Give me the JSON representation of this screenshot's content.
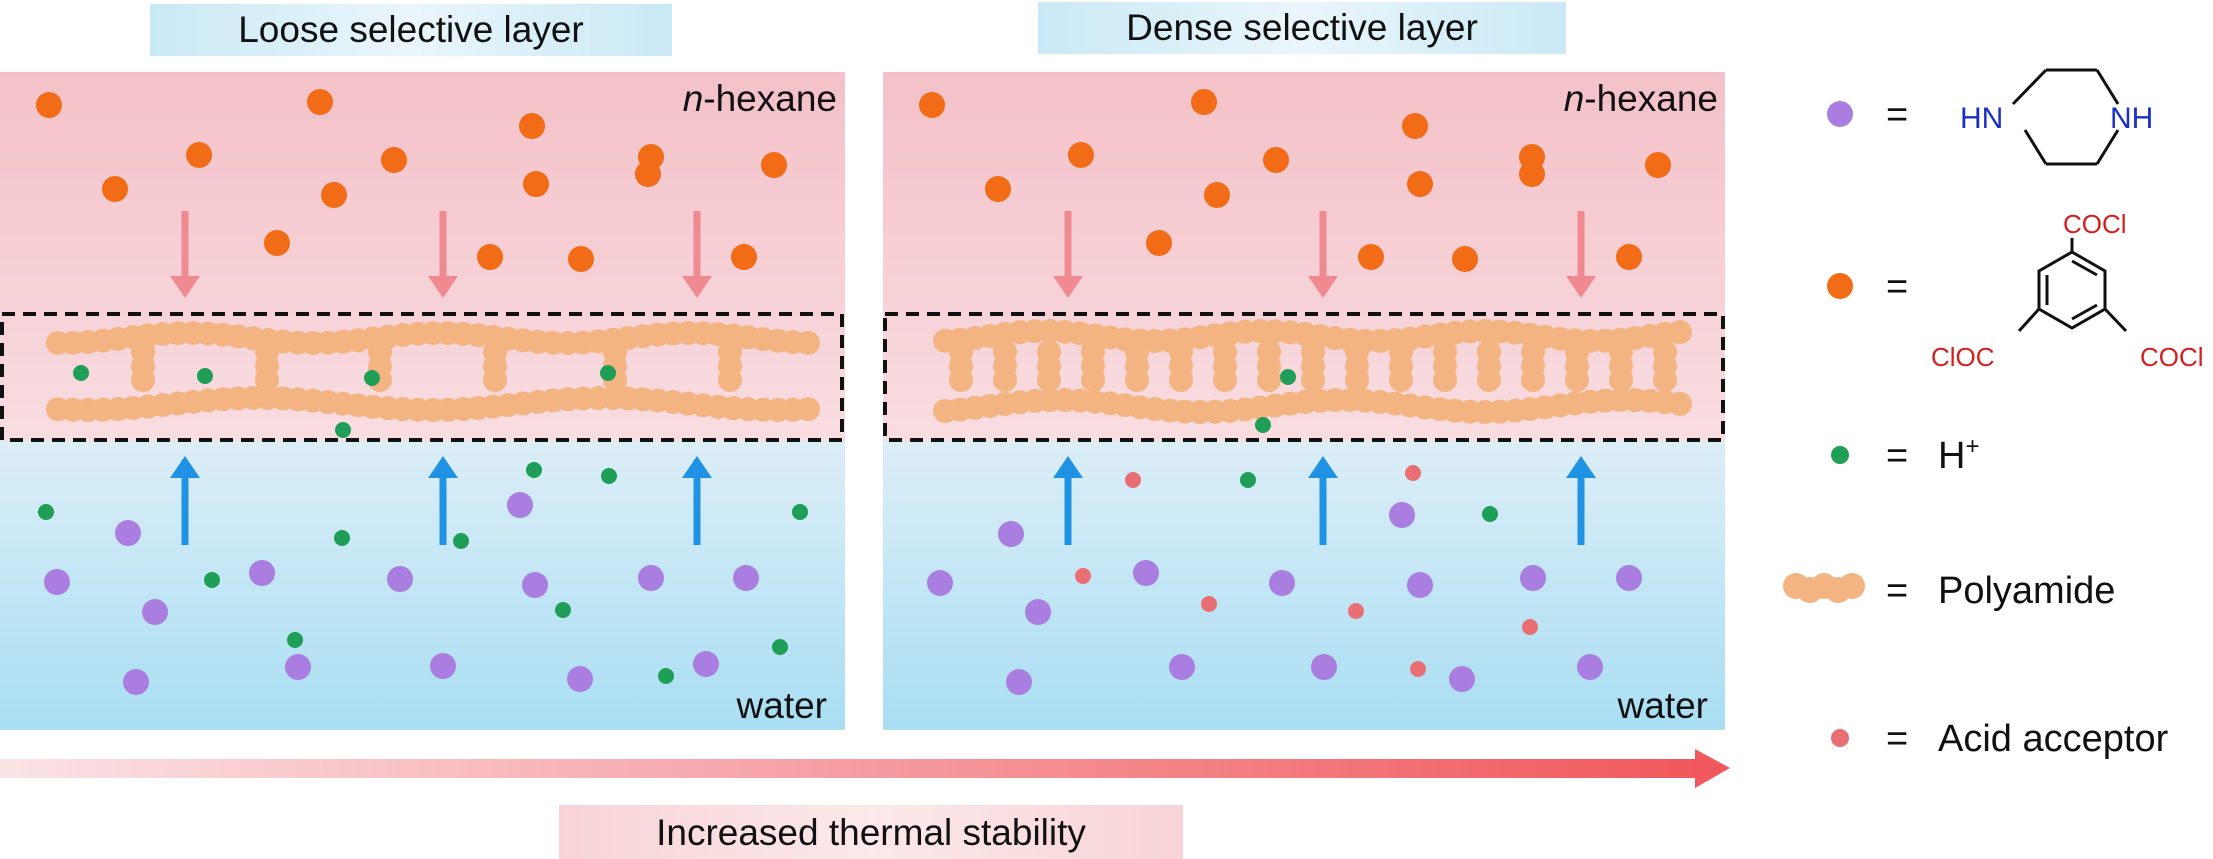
{
  "panels": [
    {
      "title": "Loose selective layer",
      "top_label_italic": "n",
      "top_label": "-hexane",
      "bottom_label": "water"
    },
    {
      "title": "Dense selective layer",
      "top_label_italic": "n",
      "top_label": "-hexane",
      "bottom_label": "water"
    }
  ],
  "legend": {
    "equals": "=",
    "piperazine": {
      "nh_left": "HN",
      "nh_right": "NH",
      "marker": "purple-circle"
    },
    "tmc": {
      "top": "COCl",
      "left": "ClOC",
      "right": "COCl",
      "marker": "orange-circle"
    },
    "proton": {
      "text": "H",
      "sup": "+",
      "marker": "green-circle"
    },
    "polyamide": {
      "text": "Polyamide",
      "marker": "tan-bead-chain"
    },
    "acid_acceptor": {
      "text": "Acid acceptor",
      "marker": "red-circle"
    }
  },
  "bottom": {
    "label": "Increased thermal stability"
  },
  "colors": {
    "orange": "#f26b16",
    "purple": "#a97ee0",
    "green": "#1f9e57",
    "red": "#ea6f74",
    "tan": "#f3b482",
    "pink_top": "#f5c9cf",
    "blue_bottom": "#aee0f3",
    "arrow_pink": "#f08a91",
    "arrow_blue": "#1f92e4",
    "chem_blue": "#1a2fc8",
    "chem_red": "#d62020"
  }
}
